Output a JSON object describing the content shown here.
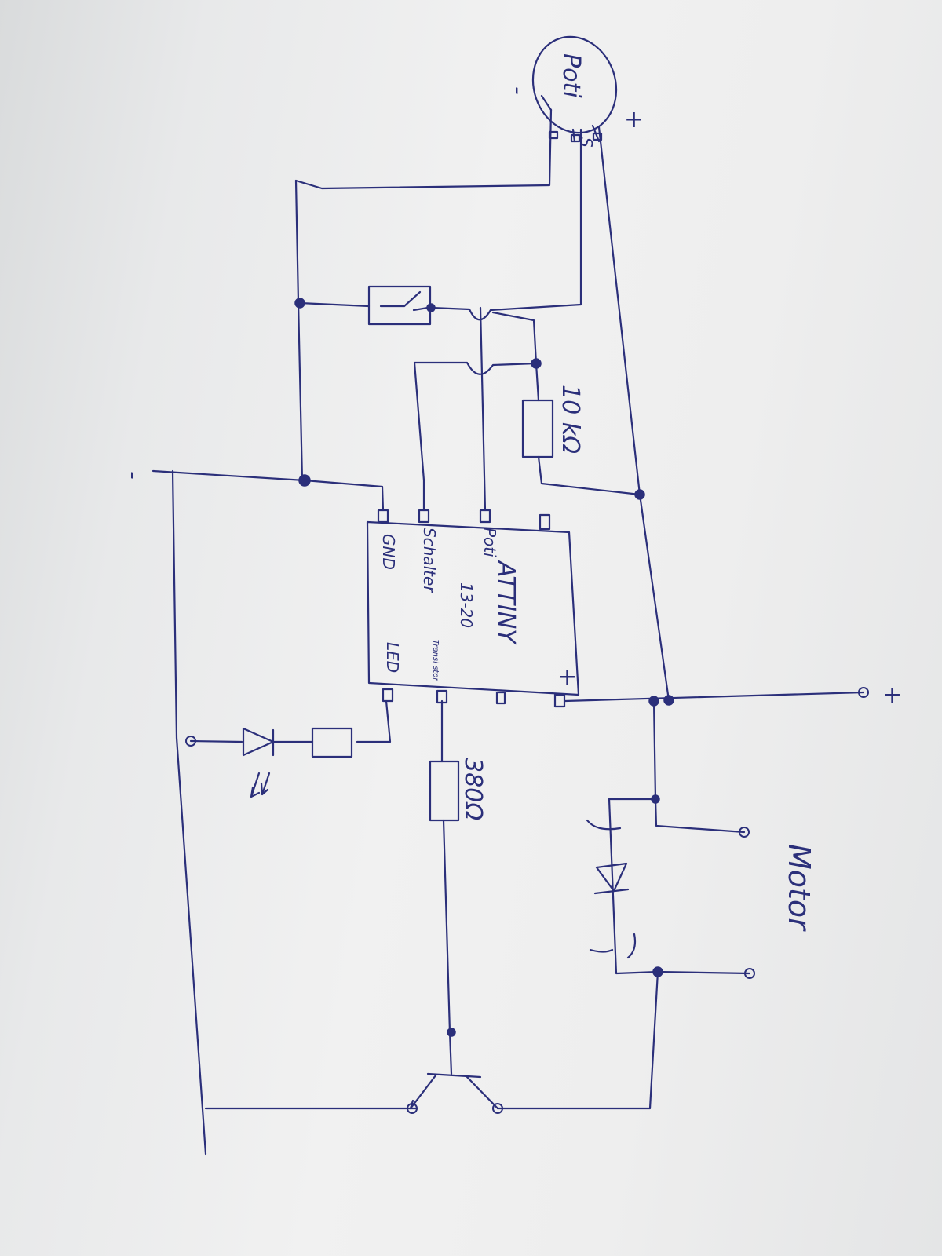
{
  "labels": {
    "poti": "Poti",
    "minus_poti": "-",
    "plus_poti": "+",
    "s_pin": "S",
    "resistor_10k": "10 kΩ",
    "resistor_380": "380Ω",
    "minus_main": "-",
    "plus_main": "+",
    "motor": "Motor",
    "chip_attiny": "ATTINY",
    "chip_model": "13-20",
    "pin_poti": "Poti",
    "pin_schalter": "Schalter",
    "pin_gnd": "GND",
    "pin_led": "LED",
    "pin_transistor": "Transi stor",
    "pin_plus": "+"
  },
  "colors": {
    "ink": "#2b2f7a",
    "paper": "#eeeeee"
  }
}
